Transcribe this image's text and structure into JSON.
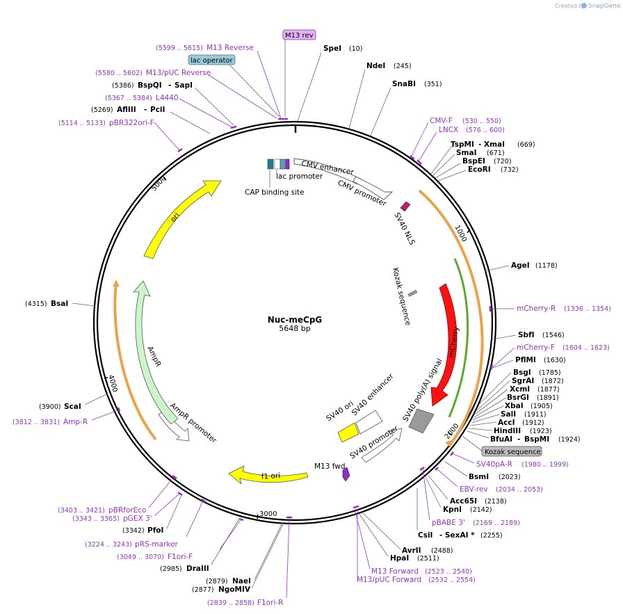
{
  "brand": {
    "text": "Created by",
    "name": "SnapGene"
  },
  "plasmid": {
    "name": "Nuc-meCpG",
    "length": "5648 bp"
  },
  "ticks": [
    "1000",
    "2000",
    "3000",
    "4000",
    "5000"
  ],
  "boxed_labels": {
    "m13_rev": "M13 rev",
    "lac_operator": "lac operator",
    "kozak_boxed": "Kozak sequence"
  },
  "features": {
    "cmv_enhancer": "CMV enhancer",
    "cmv_promoter": "CMV promoter",
    "lac_promoter": "lac promoter",
    "cap_binding": "CAP binding site",
    "sv40_nls": "SV40 NLS",
    "kozak": "Kozak sequence",
    "mcherry": "mCherry",
    "sv40_polya": "SV40 poly(A) signal",
    "sv40_ori": "SV40 ori",
    "sv40_enhancer": "SV40 enhancer",
    "sv40_promoter": "SV40 promoter",
    "m13_fwd": "M13 fwd",
    "f1_ori": "f1 ori",
    "ampr_promoter": "AmpR promoter",
    "ampr": "AmpR",
    "ori": "ori"
  },
  "enzymes": [
    {
      "name": "SpeI",
      "pos": "(10)"
    },
    {
      "name": "NdeI",
      "pos": "(245)"
    },
    {
      "name": "SnaBI",
      "pos": "(351)"
    },
    {
      "name": "TspMI",
      "name2": "XmaI",
      "pos": "(669)"
    },
    {
      "name": "SmaI",
      "pos": "(671)"
    },
    {
      "name": "BspEI",
      "pos": "(720)"
    },
    {
      "name": "EcoRI",
      "pos": "(732)"
    },
    {
      "name": "AgeI",
      "pos": "(1178)"
    },
    {
      "name": "SbfI",
      "pos": "(1546)"
    },
    {
      "name": "PflMI",
      "pos": "(1630)"
    },
    {
      "name": "BsgI",
      "pos": "(1785)"
    },
    {
      "name": "SgrAI",
      "pos": "(1872)"
    },
    {
      "name": "XcmI",
      "pos": "(1877)"
    },
    {
      "name": "BsrGI",
      "pos": "(1891)"
    },
    {
      "name": "XbaI",
      "pos": "(1905)"
    },
    {
      "name": "SalI",
      "pos": "(1911)"
    },
    {
      "name": "AccI",
      "pos": "(1912)"
    },
    {
      "name": "HindIII",
      "pos": "(1923)"
    },
    {
      "name": "BfuAI",
      "name2": "BspMI",
      "pos": "(1924)"
    },
    {
      "name": "BsmI",
      "pos": "(2023)"
    },
    {
      "name": "Acc65I",
      "pos": "(2138)"
    },
    {
      "name": "KpnI",
      "pos": "(2142)"
    },
    {
      "name": "CsiI",
      "name2": "SexAI *",
      "pos": "(2255)"
    },
    {
      "name": "AvrII",
      "pos": "(2488)"
    },
    {
      "name": "HpaI",
      "pos": "(2511)"
    },
    {
      "name": "NaeI",
      "pos": "(2879)"
    },
    {
      "name": "NgoMIV",
      "pos": "(2877)"
    },
    {
      "name": "DraIII",
      "pos": "(2985)"
    },
    {
      "name": "PfoI",
      "pos": "(3342)"
    },
    {
      "name": "ScaI",
      "pos": "(3900)"
    },
    {
      "name": "BsaI",
      "pos": "(4315)"
    },
    {
      "name": "AflIII",
      "name2": "PciI",
      "pos": "(5269)"
    },
    {
      "name": "BspQI",
      "name2": "SapI",
      "pos": "(5386)"
    }
  ],
  "primers": [
    {
      "name": "M13 Reverse",
      "range": "(5599 .. 5615)"
    },
    {
      "name": "M13/pUC Reverse",
      "range": "(5580 .. 5602)"
    },
    {
      "name": "L4440",
      "range": "(5367 .. 5384)"
    },
    {
      "name": "pBR322ori-F",
      "range": "(5114 .. 5133)"
    },
    {
      "name": "CMV-F",
      "range": "(530 .. 550)"
    },
    {
      "name": "LNCX",
      "range": "(576 .. 600)"
    },
    {
      "name": "mCherry-R",
      "range": "(1336 .. 1354)"
    },
    {
      "name": "mCherry-F",
      "range": "(1604 .. 1623)"
    },
    {
      "name": "SV40pA-R",
      "range": "(1980 .. 1999)"
    },
    {
      "name": "EBV-rev",
      "range": "(2034 .. 2053)"
    },
    {
      "name": "pBABE 3'",
      "range": "(2169 .. 2189)"
    },
    {
      "name": "M13 Forward",
      "range": "(2523 .. 2540)"
    },
    {
      "name": "M13/pUC Forward",
      "range": "(2532 .. 2554)"
    },
    {
      "name": "F1ori-R",
      "range": "(2839 .. 2858)"
    },
    {
      "name": "F1ori-F",
      "range": "(3049 .. 3070)"
    },
    {
      "name": "pRS-marker",
      "range": "(3224 .. 3243)"
    },
    {
      "name": "pGEX 3'",
      "range": "(3343 .. 3365)"
    },
    {
      "name": "pBRforEco",
      "range": "(3403 .. 3421)"
    },
    {
      "name": "Amp-R",
      "range": "(3812 .. 3831)"
    }
  ]
}
